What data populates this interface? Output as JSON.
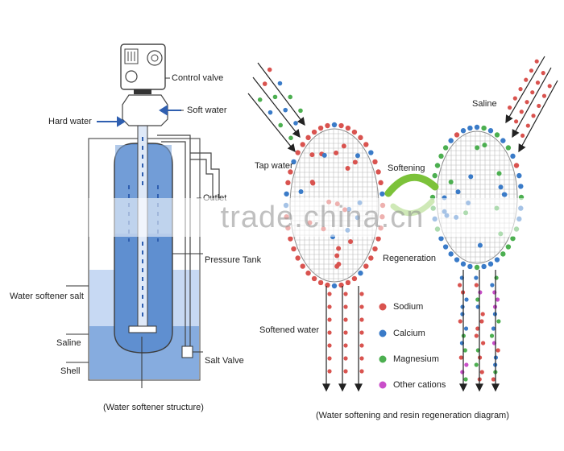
{
  "structure": {
    "labels": {
      "control_valve": "Control valve",
      "hard_water": "Hard water",
      "soft_water": "Soft water",
      "outlet": "Outlet",
      "pressure_tank": "Pressure Tank",
      "water_softener_salt": "Water softener salt",
      "saline": "Saline",
      "shell": "Shell",
      "salt_valve": "Salt Valve"
    },
    "caption": "(Water softener structure)"
  },
  "process": {
    "labels": {
      "tap_water": "Tap water",
      "saline": "Saline",
      "softening": "Softening",
      "regeneration": "Regeneration",
      "softened_water": "Softened water"
    },
    "legend": [
      {
        "name": "Sodium",
        "color": "#d9534f"
      },
      {
        "name": "Calcium",
        "color": "#3a7bc8"
      },
      {
        "name": "Magnesium",
        "color": "#4caf50"
      },
      {
        "name": "Other cations",
        "color": "#c94fc9"
      }
    ],
    "caption": "(Water softening and resin regeneration diagram)"
  },
  "watermark": "trade.china.cn",
  "colors": {
    "water_blue": "#6f9fd6",
    "water_light": "#b8cff0",
    "arrow_blue": "#2f5fb0",
    "line": "#333333",
    "curve_green": "#7cc23a"
  }
}
